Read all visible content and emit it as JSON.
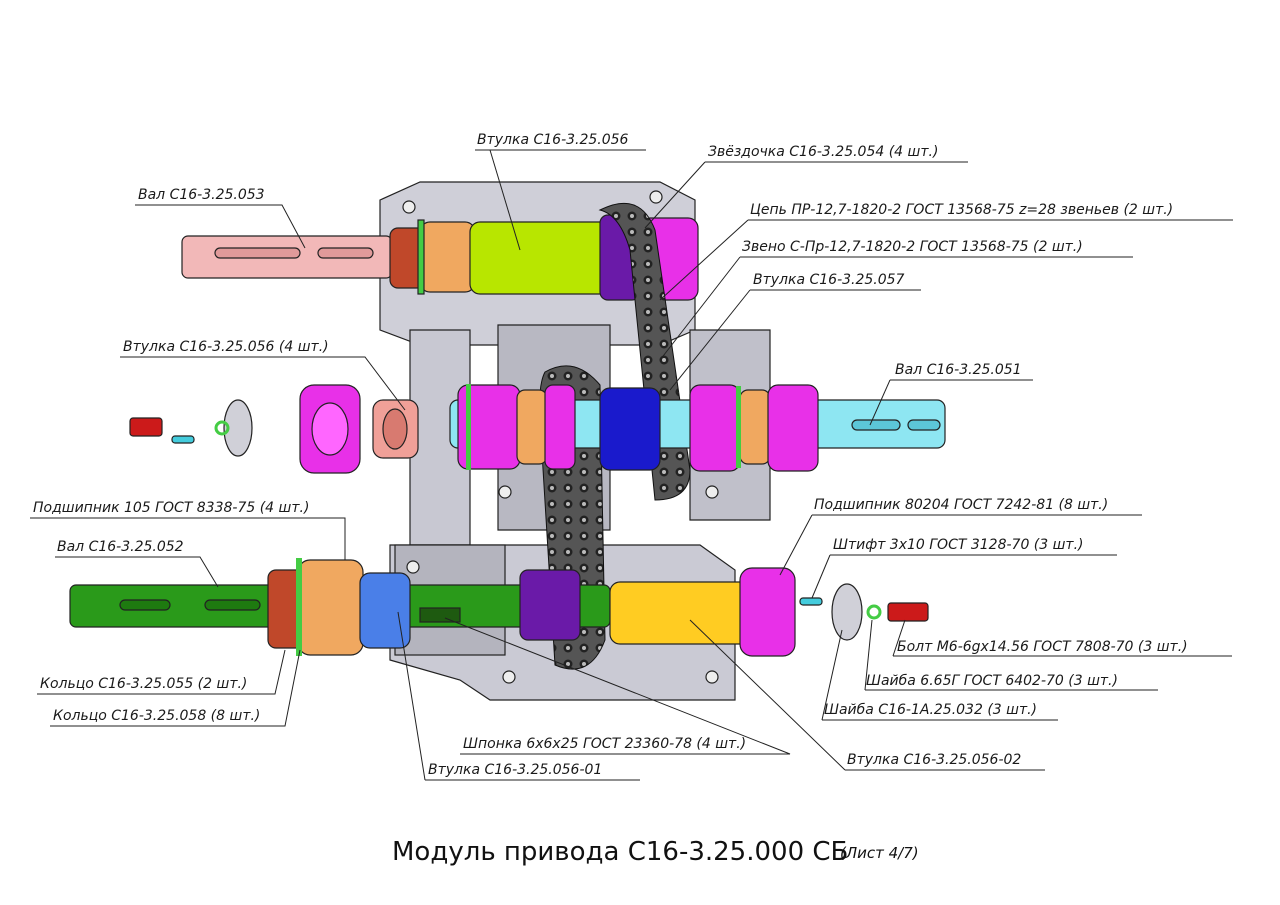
{
  "title": "Модуль привода С16-3.25.000 СБ",
  "sheet": "(Лист 4/7)",
  "parts": {
    "val_053": "Вал С16-3.25.053",
    "vtulka_056_top": "Втулка С16-3.25.056",
    "zvezdochka_054": "Звёздочка С16-3.25.054 (4 шт.)",
    "tsep": "Цепь ПР-12,7-1820-2 ГОСТ 13568-75 z=28 звеньев (2 шт.)",
    "zveno": "Звено С-Пр-12,7-1820-2 ГОСТ 13568-75 (2 шт.)",
    "vtulka_057": "Втулка С16-3.25.057",
    "vtulka_056_4": "Втулка С16-3.25.056 (4 шт.)",
    "val_051": "Вал С16-3.25.051",
    "podshipnik_105": "Подшипник 105 ГОСТ 8338-75 (4 шт.)",
    "podshipnik_80204": "Подшипник 80204 ГОСТ 7242-81 (8 шт.)",
    "val_052": "Вал С16-3.25.052",
    "shtift": "Штифт 3х10 ГОСТ 3128-70 (3 шт.)",
    "bolt": "Болт М6-6gx14.56 ГОСТ 7808-70 (3 шт.)",
    "koltso_055": "Кольцо С16-3.25.055 (2 шт.)",
    "shaiba_665": "Шайба 6.65Г ГОСТ 6402-70 (3 шт.)",
    "koltso_058": "Кольцо С16-3.25.058 (8 шт.)",
    "shaiba_032": "Шайба С16-1А.25.032 (3 шт.)",
    "shponka": "Шпонка 6х6х25 ГОСТ 23360-78 (4 шт.)",
    "vtulka_056_01": "Втулка С16-3.25.056-01",
    "vtulka_056_02": "Втулка С16-3.25.056-02"
  },
  "colors": {
    "housing": "#d4d4dc",
    "val_053": "#f2b8b8",
    "val_051": "#8ee6f2",
    "val_052": "#2a9a1a",
    "bushing_green": "#b8e600",
    "bushing_yellow": "#ffcc22",
    "bushing_blue": "#4a7fe8",
    "bearing_magenta": "#e830e8",
    "ring_orange": "#f0a860",
    "ring_green": "#44cc44",
    "sprocket_purple": "#6a1aa8",
    "sprocket_blue": "#1a1acc",
    "bolt_red": "#cc1a1a",
    "pin_cyan": "#44ccdd",
    "chain": "#333333"
  }
}
